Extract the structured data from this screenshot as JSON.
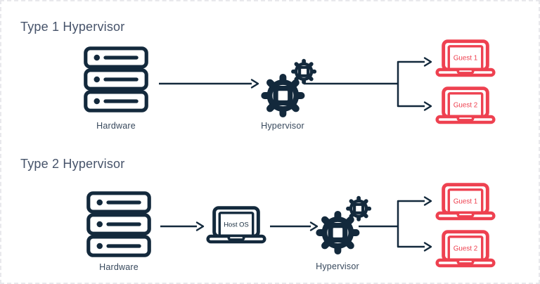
{
  "diagram": {
    "sections": [
      {
        "title": "Type 1 Hypervisor",
        "nodes": {
          "hardware": "Hardware",
          "hypervisor": "Hypervisor",
          "guest1": "Guest 1",
          "guest2": "Guest 2"
        }
      },
      {
        "title": "Type 2 Hypervisor",
        "nodes": {
          "hardware": "Hardware",
          "host_os": "Host OS",
          "hypervisor": "Hypervisor",
          "guest1": "Guest 1",
          "guest2": "Guest 2"
        }
      }
    ],
    "colors": {
      "icon_navy": "#13293c",
      "guest_red": "#ee4150",
      "title_text": "#46536a",
      "label_text": "#37485c",
      "border_dash": "#e8e8ec",
      "background": "#ffffff"
    }
  }
}
